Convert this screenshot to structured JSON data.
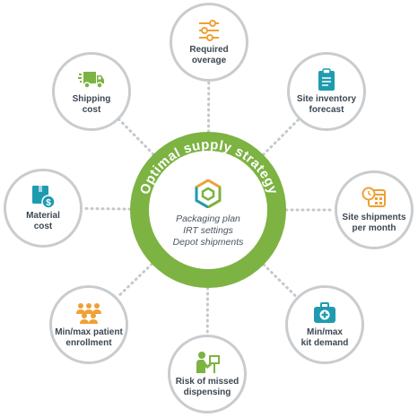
{
  "center": {
    "title": "Optimal supply strategy",
    "lines": [
      "Packaging plan",
      "IRT settings",
      "Depot shipments"
    ]
  },
  "nodes": [
    {
      "id": "required-overage",
      "label": "Required\noverage",
      "icon": "sliders-icon"
    },
    {
      "id": "site-inventory-forecast",
      "label": "Site inventory\nforecast",
      "icon": "clipboard-icon"
    },
    {
      "id": "site-shipments-per-month",
      "label": "Site shipments\nper month",
      "icon": "calendar-clock-icon"
    },
    {
      "id": "min-max-kit-demand",
      "label": "Min/max\nkit demand",
      "icon": "medical-kit-icon"
    },
    {
      "id": "risk-of-missed-dispensing",
      "label": "Risk of missed\ndispensing",
      "icon": "person-screen-icon"
    },
    {
      "id": "min-max-patient-enrollment",
      "label": "Min/max patient\nenrollment",
      "icon": "patients-group-icon"
    },
    {
      "id": "material-cost",
      "label": "Material\ncost",
      "icon": "box-dollar-icon"
    },
    {
      "id": "shipping-cost",
      "label": "Shipping\ncost",
      "icon": "truck-icon"
    }
  ],
  "colors": {
    "green": "#7cb342",
    "orange": "#f0a035",
    "teal": "#1f9bb0",
    "border": "#c9cccf",
    "dots": "#c4c8cc",
    "text": "#3d4852"
  }
}
